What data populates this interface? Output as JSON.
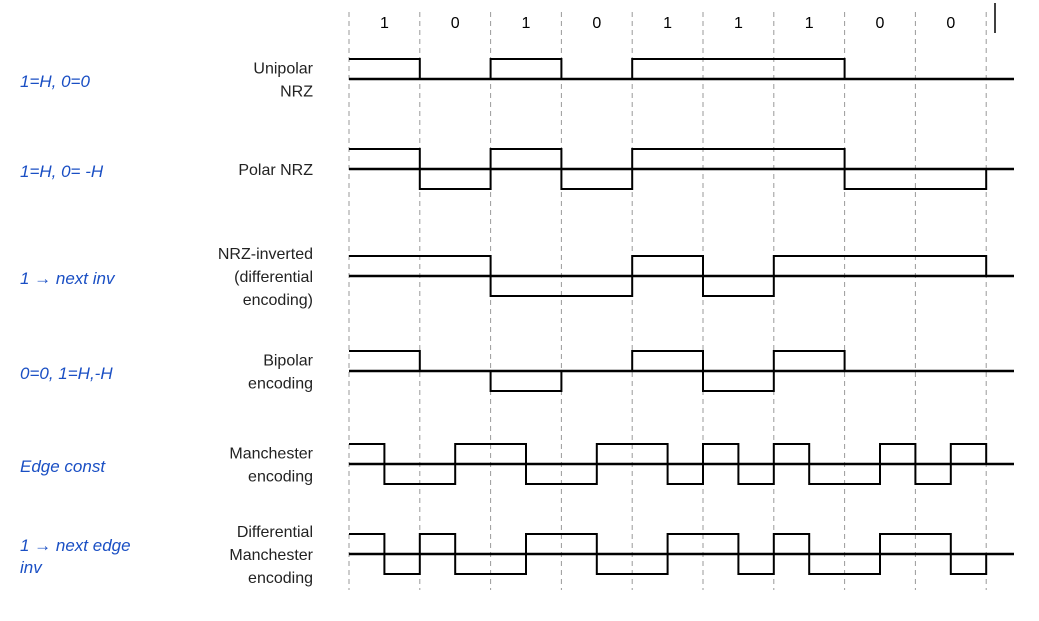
{
  "bits": [
    "1",
    "0",
    "1",
    "0",
    "1",
    "1",
    "1",
    "0",
    "0"
  ],
  "signals": [
    {
      "id": "unipolar-nrz",
      "rule": [
        "1=H, 0=0"
      ],
      "name": [
        "Unipolar",
        "NRZ"
      ],
      "levels": [
        1,
        0,
        1,
        0,
        1,
        1,
        1,
        0,
        0
      ]
    },
    {
      "id": "polar-nrz",
      "rule": [
        "1=H, 0= -H"
      ],
      "name": [
        "Polar NRZ"
      ],
      "levels": [
        1,
        -1,
        1,
        -1,
        1,
        1,
        1,
        -1,
        -1
      ]
    },
    {
      "id": "nrz-inverted",
      "rule": [
        "1 → next inv"
      ],
      "name": [
        "NRZ-inverted",
        "(differential",
        "encoding)"
      ],
      "levels": [
        1,
        1,
        -1,
        -1,
        1,
        -1,
        1,
        1,
        1
      ]
    },
    {
      "id": "bipolar",
      "rule": [
        "0=0, 1=H,-H"
      ],
      "name": [
        "Bipolar",
        "encoding"
      ],
      "levels": [
        1,
        0,
        -1,
        0,
        1,
        -1,
        1,
        0,
        0
      ]
    },
    {
      "id": "manchester",
      "rule": [
        "Edge const"
      ],
      "name": [
        "Manchester",
        "encoding"
      ],
      "levels": [
        1,
        -1,
        -1,
        1,
        1,
        -1,
        -1,
        1,
        1,
        -1,
        1,
        -1,
        1,
        -1,
        -1,
        1,
        -1,
        1
      ]
    },
    {
      "id": "differential-manchester",
      "rule": [
        "1 → next edge",
        "inv"
      ],
      "name": [
        "Differential",
        "Manchester",
        "encoding"
      ],
      "levels": [
        1,
        -1,
        1,
        -1,
        -1,
        1,
        1,
        -1,
        -1,
        1,
        1,
        -1,
        1,
        -1,
        -1,
        1,
        1,
        -1
      ]
    }
  ]
}
